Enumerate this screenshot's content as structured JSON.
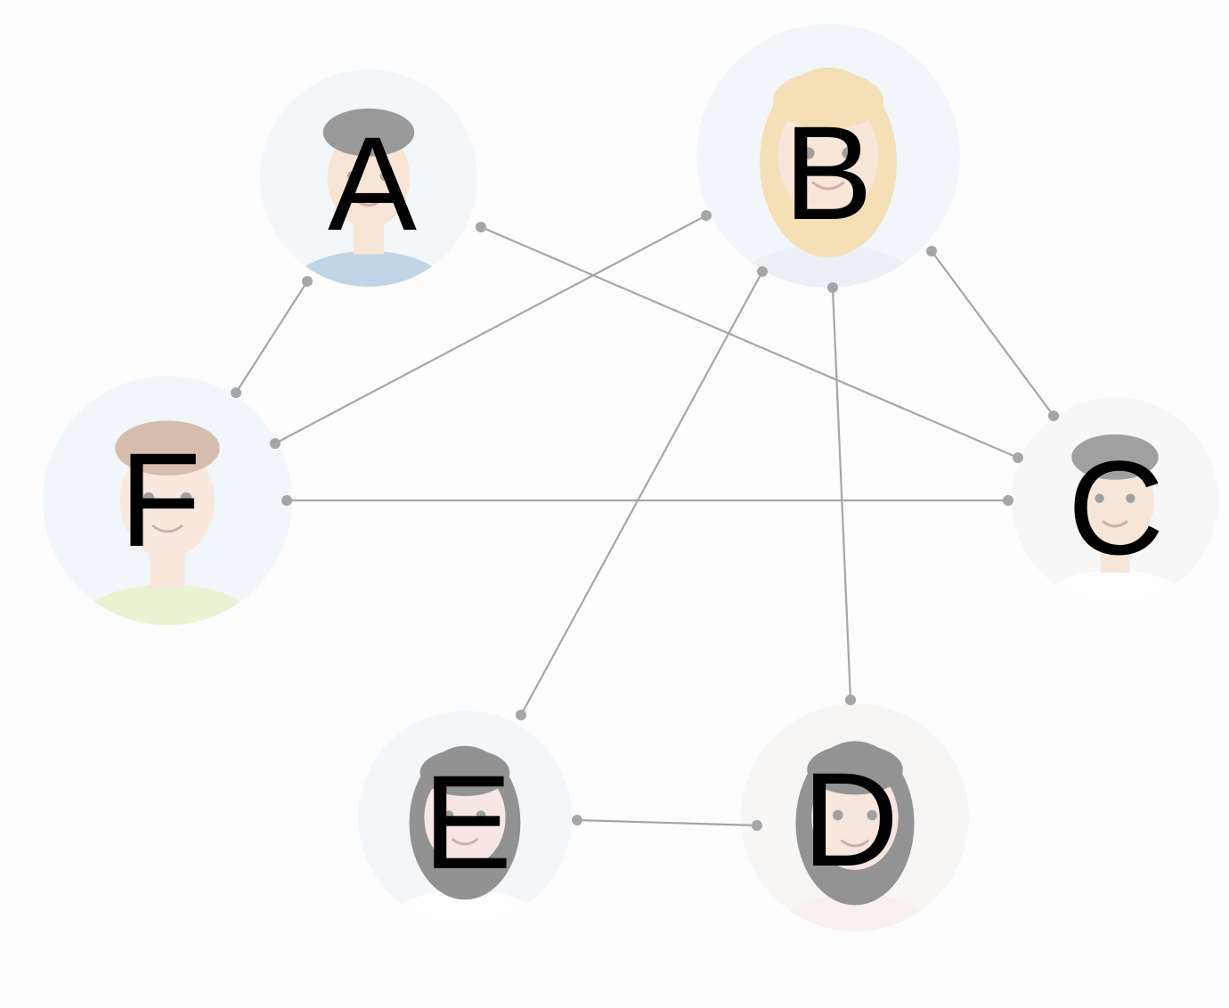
{
  "nodes": [
    {
      "id": "A",
      "label": "A",
      "avatar": "boy-short-dark-hair-blue-shirt-avatar",
      "skin": "#f3d2b8",
      "hair": "#4a4a4a",
      "shirt": "#8fb8d8",
      "bg": "#eef3f7"
    },
    {
      "id": "B",
      "label": "B",
      "avatar": "woman-long-blonde-hair-profile-avatar",
      "skin": "#f5d4bd",
      "hair": "#f0c77e",
      "shirt": "#dbe7f2",
      "bg": "#eaf2f8"
    },
    {
      "id": "C",
      "label": "C",
      "avatar": "man-suit-dark-hair-avatar",
      "skin": "#f1d2bd",
      "hair": "#555555",
      "shirt": "#ffffff",
      "bg": "#f3f3f3"
    },
    {
      "id": "D",
      "label": "D",
      "avatar": "woman-black-bob-hair-avatar",
      "skin": "#f2d4c4",
      "hair": "#3e3e3e",
      "shirt": "#f6e7e2",
      "bg": "#f5f1ef"
    },
    {
      "id": "E",
      "label": "E",
      "avatar": "girl-long-black-hair-avatar",
      "skin": "#f3d6cc",
      "hair": "#3b3b3b",
      "shirt": "#ffffff",
      "bg": "#eef3f6"
    },
    {
      "id": "F",
      "label": "F",
      "avatar": "man-brown-quiff-profile-avatar",
      "skin": "#f6d8c3",
      "hair": "#b98a6e",
      "shirt": "#dcebb0",
      "bg": "#e9f1f8"
    }
  ],
  "edges": [
    {
      "from": "A",
      "to": "F"
    },
    {
      "from": "A",
      "to": "C"
    },
    {
      "from": "B",
      "to": "F"
    },
    {
      "from": "B",
      "to": "E"
    },
    {
      "from": "B",
      "to": "D"
    },
    {
      "from": "B",
      "to": "C"
    },
    {
      "from": "F",
      "to": "C"
    },
    {
      "from": "E",
      "to": "D"
    }
  ],
  "colors": {
    "edge": "#a6a6a6",
    "label": "#000000",
    "background": "#fdfdfd"
  }
}
